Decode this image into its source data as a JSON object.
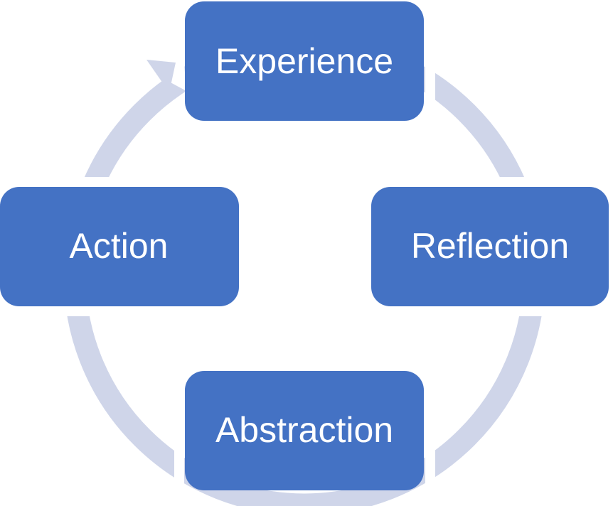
{
  "diagram": {
    "type": "cycle",
    "nodes": [
      {
        "id": "experience",
        "label": "Experience"
      },
      {
        "id": "reflection",
        "label": "Reflection"
      },
      {
        "id": "abstraction",
        "label": "Abstraction"
      },
      {
        "id": "action",
        "label": "Action"
      }
    ],
    "edges": [
      {
        "from": "experience",
        "to": "reflection"
      },
      {
        "from": "reflection",
        "to": "abstraction"
      },
      {
        "from": "abstraction",
        "to": "action"
      },
      {
        "from": "action",
        "to": "experience"
      }
    ],
    "colors": {
      "node_fill": "#4472C4",
      "node_text": "#FFFFFF",
      "ring": "#CFD5E9"
    }
  }
}
